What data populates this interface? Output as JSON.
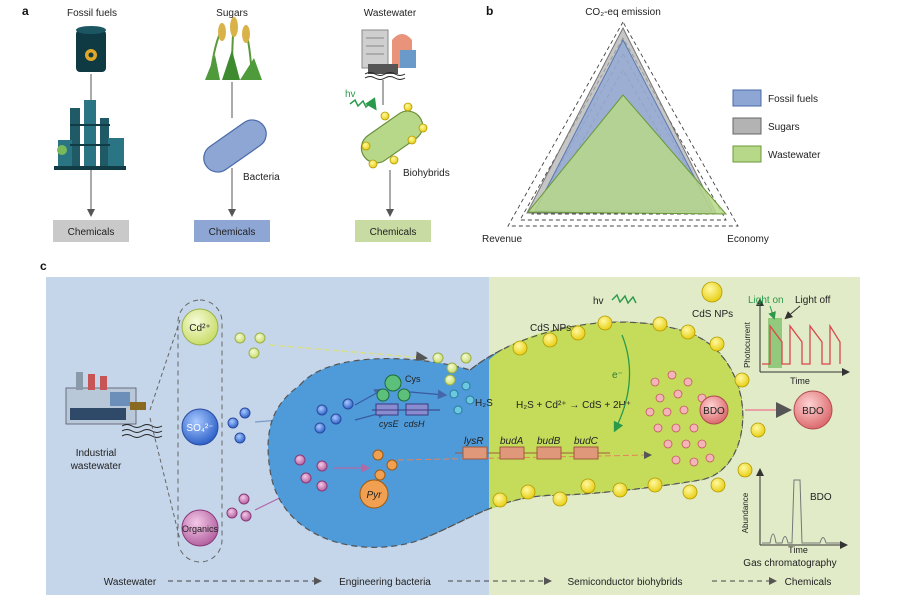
{
  "panel_a": {
    "letter": "a",
    "columns": [
      {
        "source": "Fossil fuels",
        "product": "Chemicals",
        "box_color": "#c9c9c9"
      },
      {
        "source": "Sugars",
        "mid_label": "Bacteria",
        "product": "Chemicals",
        "box_color": "#8da6d4"
      },
      {
        "source": "Wastewater",
        "light_label": "hv",
        "mid_label": "Biohybrids",
        "product": "Chemicals",
        "box_color": "#c7dba3"
      }
    ]
  },
  "panel_b": {
    "letter": "b",
    "axes": {
      "top": "CO₂-eq emission",
      "left": "Revenue",
      "right": "Economy"
    },
    "legend": [
      {
        "name": "Fossil fuels",
        "color": "#8da6d4"
      },
      {
        "name": "Sugars",
        "color": "#b3b3b3"
      },
      {
        "name": "Wastewater",
        "color": "#b7d889"
      }
    ]
  },
  "panel_c": {
    "letter": "c",
    "left_label_line1": "Industrial",
    "left_label_line2": "wastewater",
    "ions": {
      "cd": "Cd²⁺",
      "so4": "SO₄²⁻",
      "organics": "Organics"
    },
    "cys": "Cys",
    "pyr": "Pyr",
    "h2s": "H₂S",
    "genes": {
      "cysE": "cysE",
      "cdsH": "cdsH",
      "lysR": "lysR",
      "budA": "budA",
      "budB": "budB",
      "budC": "budC"
    },
    "reaction": "H₂S + Cd²⁺ → CdS + 2H⁺",
    "cds_label_1": "CdS NPs",
    "cds_label_2": "CdS NPs",
    "hv": "hv",
    "electron": "e⁻",
    "bdo_inside": "BDO",
    "bdo_outside": "BDO",
    "photocurrent": {
      "ylabel": "Photocurrent",
      "xlabel": "Time",
      "light_on": "Light on",
      "light_off": "Light off"
    },
    "chromatography": {
      "ylabel": "Abundance",
      "xlabel": "Time",
      "peak_label": "BDO",
      "title": "Gas chromatography"
    },
    "flow": [
      "Wastewater",
      "Engineering bacteria",
      "Semiconductor biohybrids",
      "Chemicals"
    ]
  }
}
